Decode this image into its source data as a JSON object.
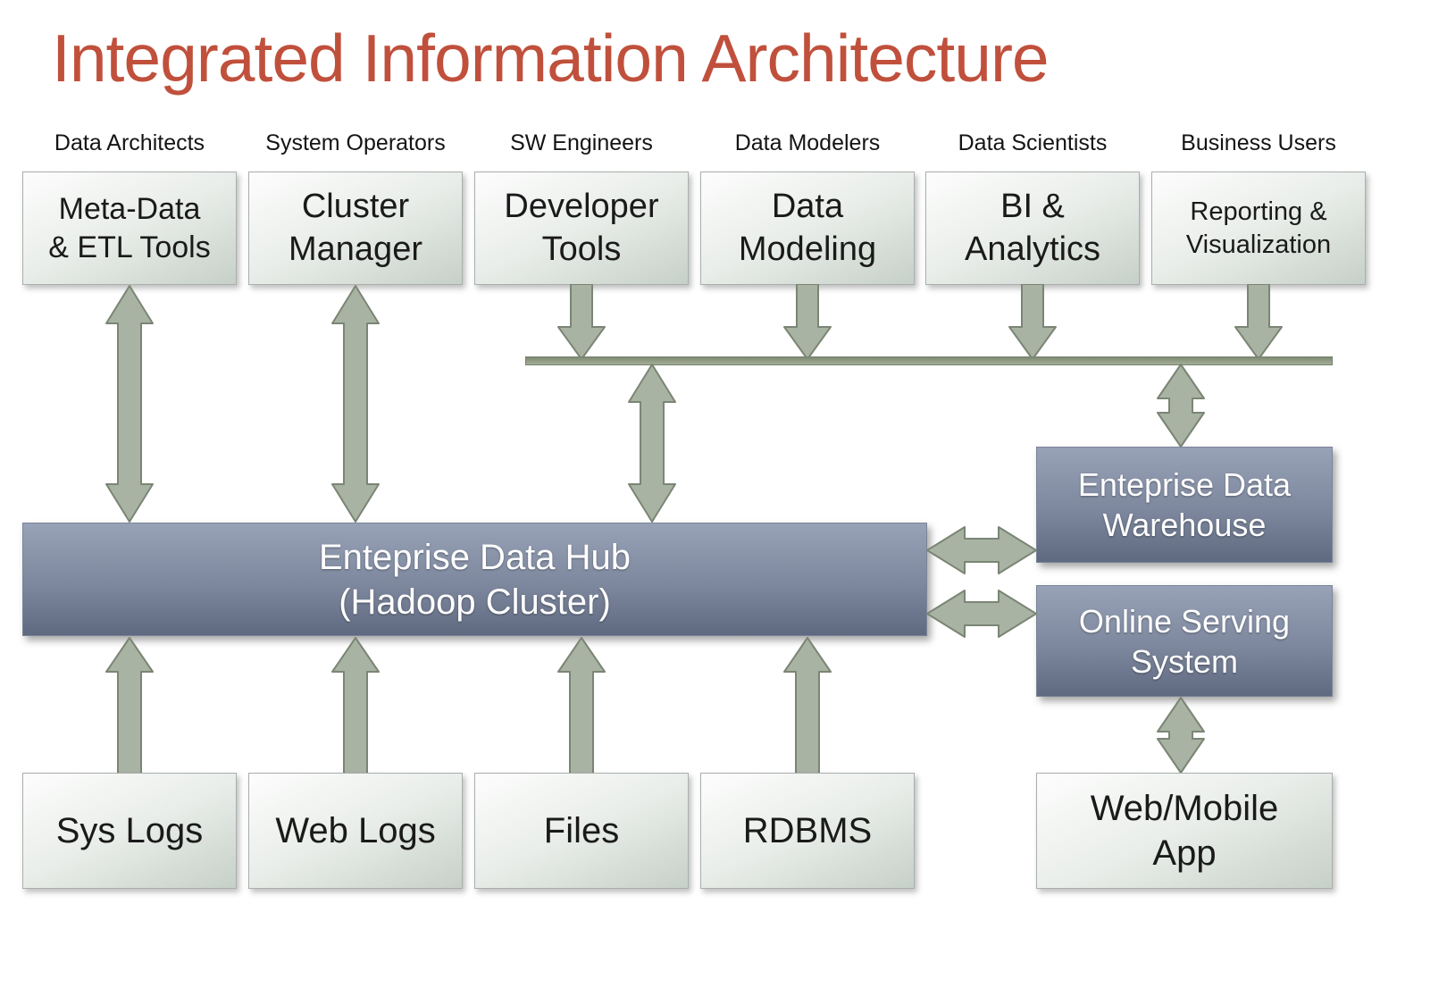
{
  "title": "Integrated Information Architecture",
  "colors": {
    "title": "#c0503c",
    "arrow_fill": "#a9b3a4",
    "arrow_stroke": "#7b8574",
    "dark_box_top": "#98a2b7",
    "dark_box_bottom": "#5f6980",
    "light_box_edge": "#c6d0c8"
  },
  "top_boxes": [
    {
      "role": "Data Architects",
      "line1": "Meta-Data",
      "line2": "& ETL Tools"
    },
    {
      "role": "System Operators",
      "line1": "Cluster",
      "line2": "Manager"
    },
    {
      "role": "SW Engineers",
      "line1": "Developer",
      "line2": "Tools"
    },
    {
      "role": "Data Modelers",
      "line1": "Data",
      "line2": "Modeling"
    },
    {
      "role": "Data Scientists",
      "line1": "BI &",
      "line2": "Analytics"
    },
    {
      "role": "Business Users",
      "line1": "Reporting &",
      "line2": "Visualization"
    }
  ],
  "hub": {
    "line1": "Enteprise Data Hub",
    "line2": "(Hadoop Cluster)"
  },
  "warehouse": {
    "line1": "Enteprise Data",
    "line2": "Warehouse"
  },
  "serving": {
    "line1": "Online Serving",
    "line2": "System"
  },
  "sources": [
    "Sys Logs",
    "Web Logs",
    "Files",
    "RDBMS"
  ],
  "app": {
    "line1": "Web/Mobile",
    "line2": "App"
  }
}
